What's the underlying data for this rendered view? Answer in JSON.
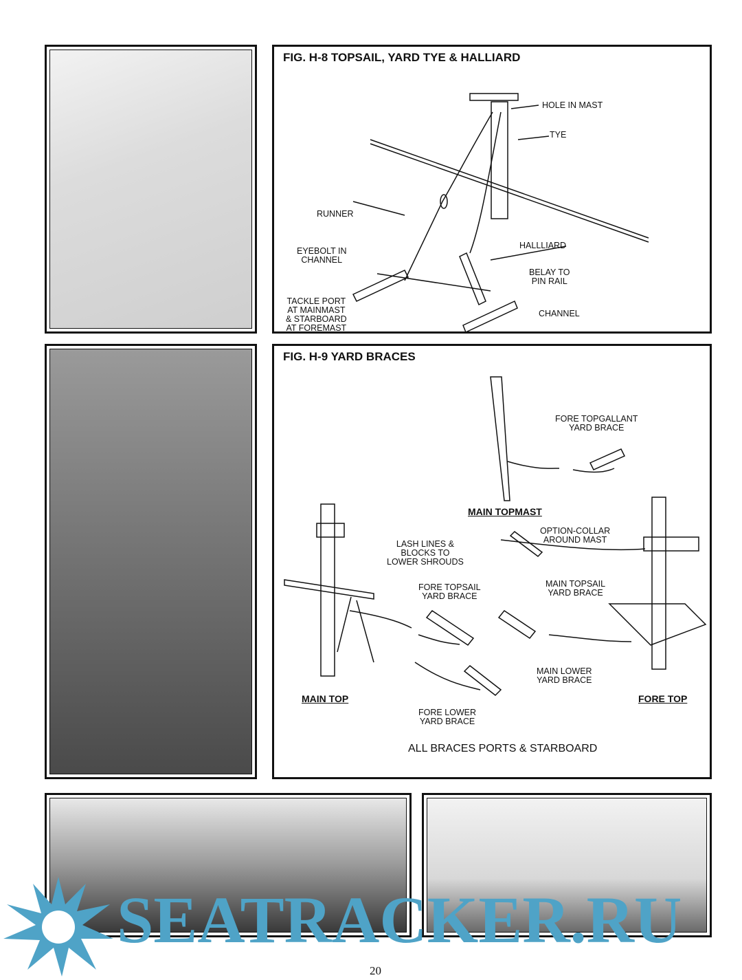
{
  "fig_h8": {
    "title": "FIG. H-8  TOPSAIL, YARD TYE & HALLIARD",
    "labels": {
      "hole": "HOLE IN MAST",
      "tye": "TYE",
      "runner": "RUNNER",
      "eyebolt": "EYEBOLT IN\nCHANNEL",
      "halliard": "HALLLIARD",
      "belay": "BELAY TO\nPIN RAIL",
      "tackle": "TACKLE PORT\nAT MAINMAST\n& STARBOARD\nAT FOREMAST",
      "channel": "CHANNEL"
    }
  },
  "fig_h9": {
    "title": "FIG. H-9  YARD BRACES",
    "labels": {
      "fore_topgallant": "FORE TOPGALLANT\nYARD BRACE",
      "main_topmast": "MAIN TOPMAST",
      "option_collar": "OPTION-COLLAR\nAROUND MAST",
      "lash": "LASH LINES &\nBLOCKS TO\nLOWER SHROUDS",
      "fore_topsail": "FORE TOPSAIL\nYARD BRACE",
      "main_topsail": "MAIN TOPSAIL\nYARD BRACE",
      "main_lower": "MAIN LOWER\nYARD BRACE",
      "fore_lower": "FORE LOWER\nYARD BRACE",
      "main_top": "MAIN TOP",
      "fore_top": "FORE TOP"
    },
    "note": "ALL BRACES PORTS & STARBOARD"
  },
  "watermark": "SEATRACKER.RU",
  "page_number": "20",
  "colors": {
    "watermark": "#4fa3c7"
  }
}
